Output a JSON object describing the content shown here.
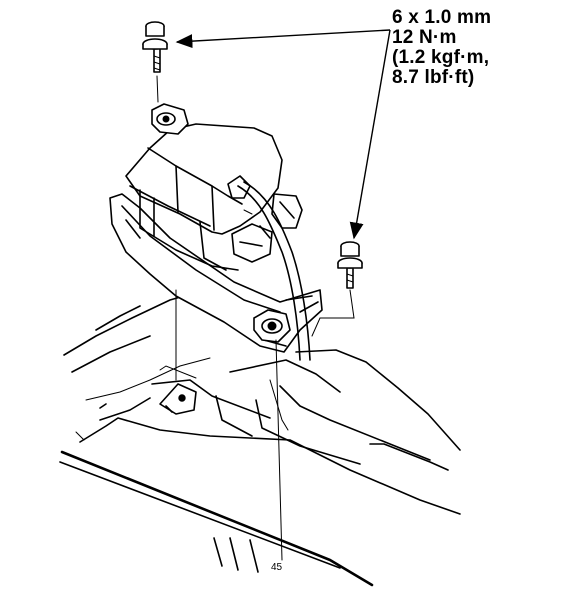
{
  "specification": {
    "bolt_size": "6 x 1.0 mm",
    "torque_nm": "12 N·m",
    "torque_kgfm": "(1.2 kgf·m,",
    "torque_lbfft": "8.7 lbf·ft)"
  },
  "page_number": "45"
}
